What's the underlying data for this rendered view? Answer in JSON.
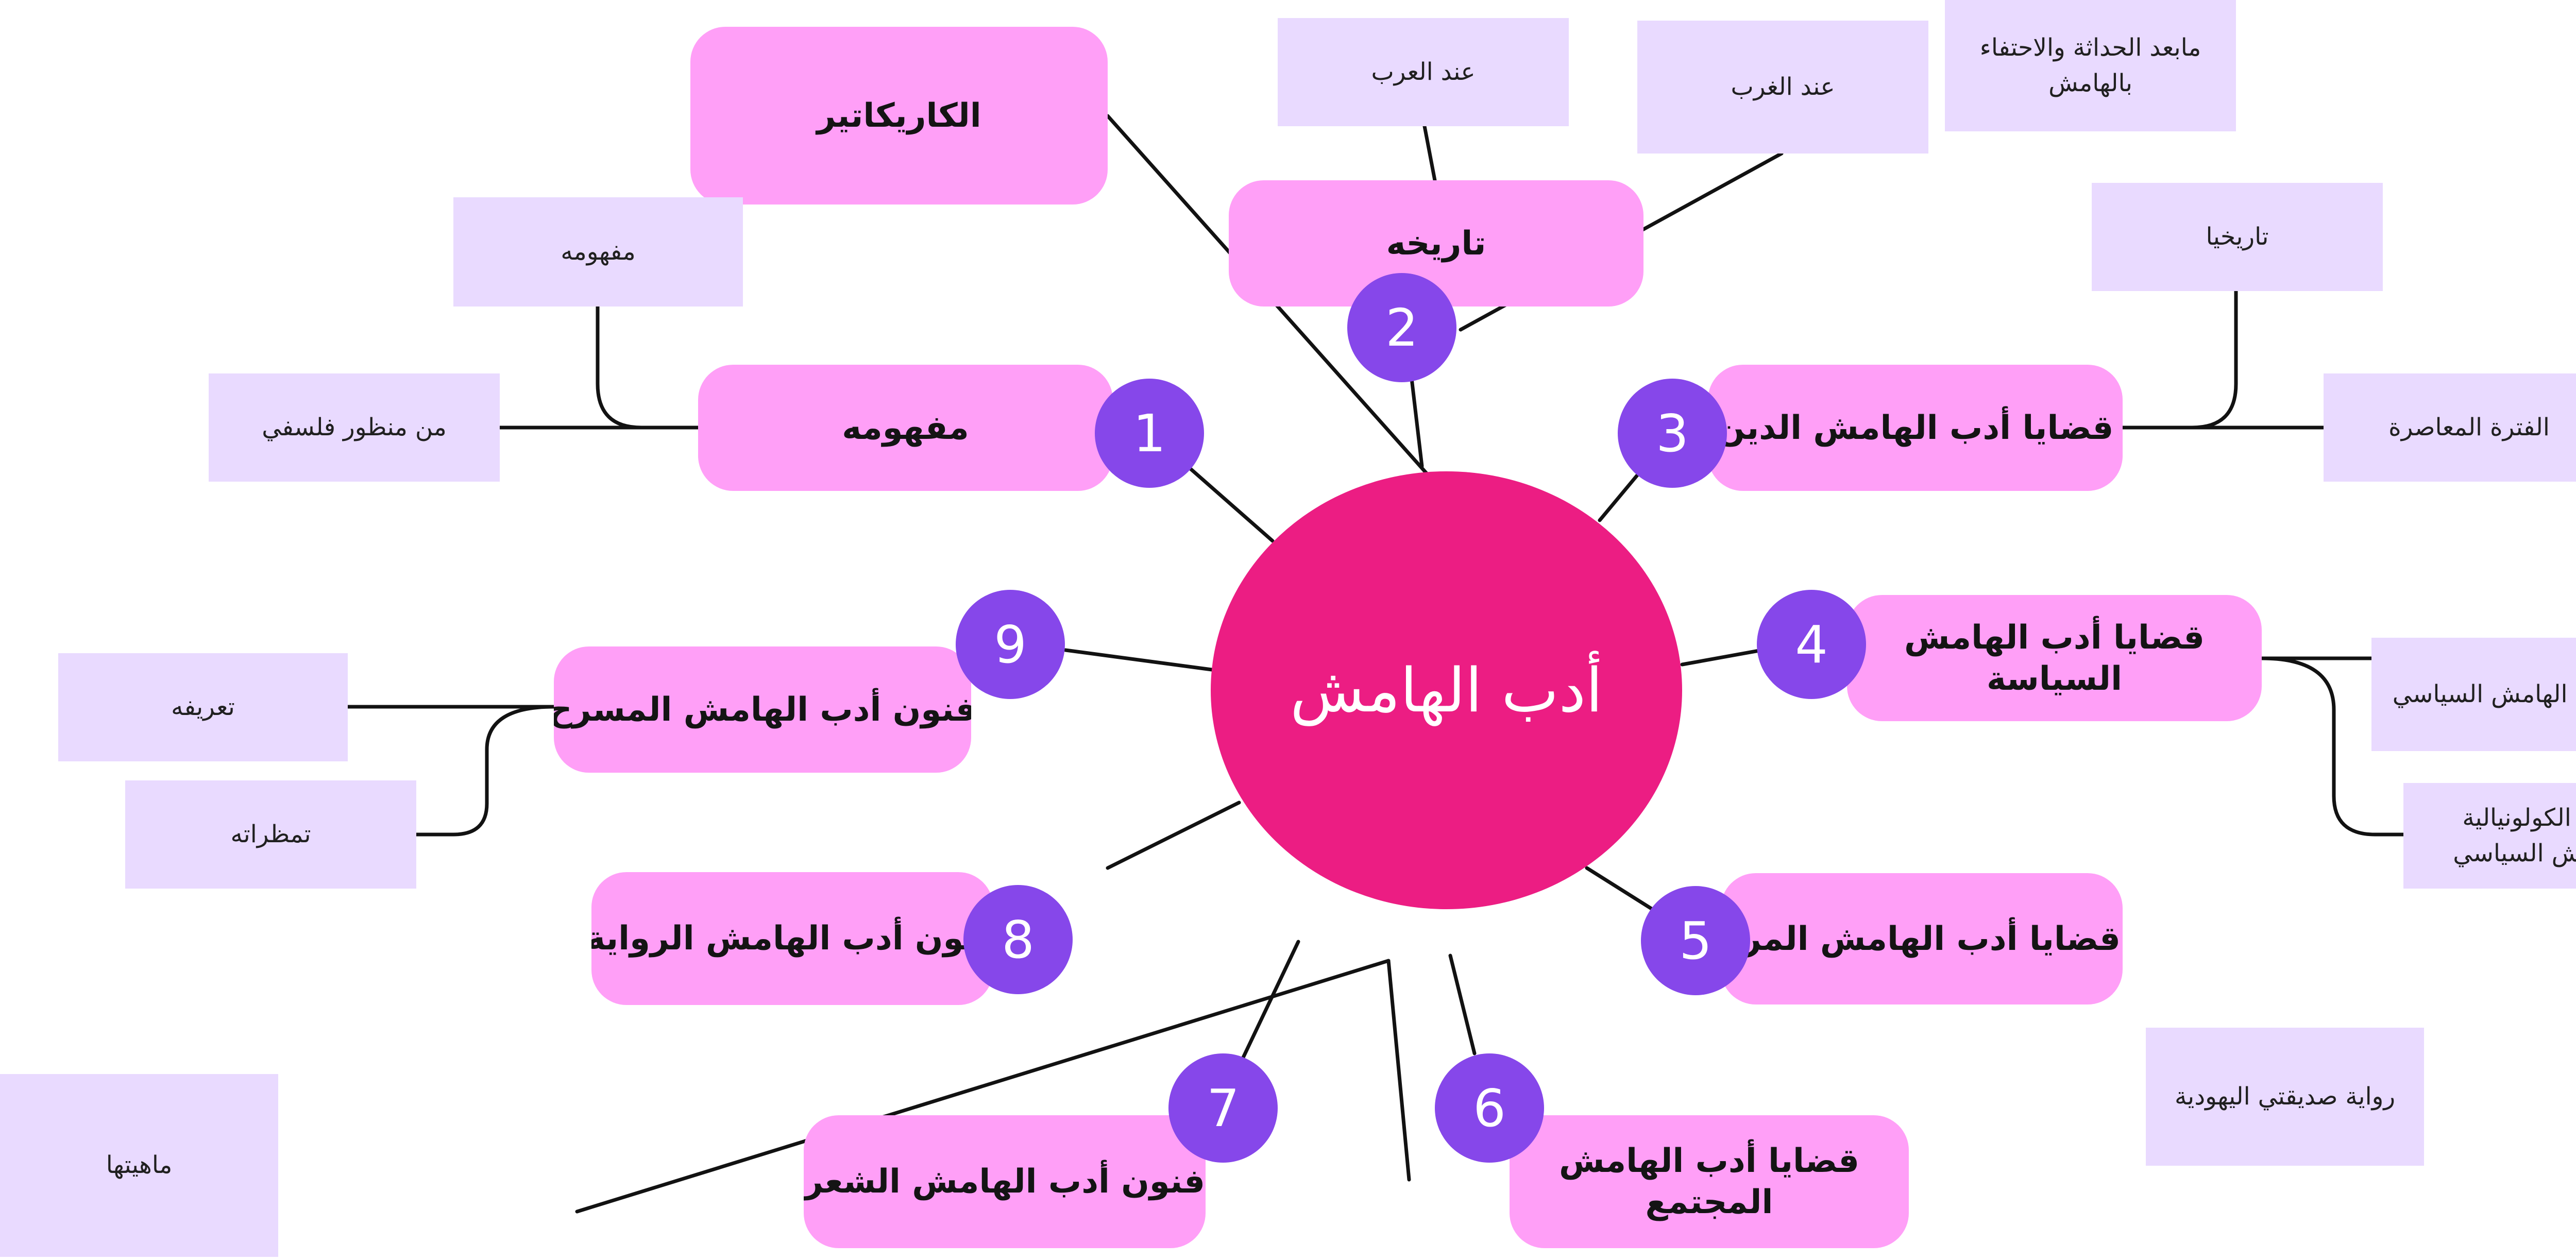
{
  "colors": {
    "center": "#ec1d83",
    "branch": "#ff9ff7",
    "badge": "#8647ea",
    "leaf": "#e9daff",
    "line": "#121212"
  },
  "center": {
    "label": "أدب الهامش"
  },
  "branches": [
    {
      "id": "b1",
      "label": "مفهومه",
      "number": "1"
    },
    {
      "id": "b2",
      "label": "تاريخه",
      "number": "2"
    },
    {
      "id": "b3",
      "label": "قضايا أدب الهامش الدين",
      "number": "3"
    },
    {
      "id": "b4",
      "label": "قضايا أدب الهامش السياسة",
      "number": "4"
    },
    {
      "id": "b5",
      "label": "اقضايا أدب الهامش المرأة",
      "number": "5"
    },
    {
      "id": "b6",
      "label": "قضايا أدب الهامش المجتمع",
      "number": "6"
    },
    {
      "id": "b7",
      "label": "فنون أدب الهامش الشعر",
      "number": "7"
    },
    {
      "id": "b8",
      "label": "فنون أدب الهامش الرواية",
      "number": "8"
    },
    {
      "id": "b9",
      "label": "فنون أدب الهامش المسرح",
      "number": "9"
    },
    {
      "id": "b10",
      "label": "الكاريكاتير"
    }
  ],
  "leaves": [
    {
      "id": "l1",
      "label": "مفهومه"
    },
    {
      "id": "l2",
      "label": "من منظور فلسفي"
    },
    {
      "id": "l3",
      "label": "عند العرب"
    },
    {
      "id": "l4",
      "label": "عند الغرب"
    },
    {
      "id": "l5",
      "label": "مابعد الحداثة والاحتفاء بالهامش"
    },
    {
      "id": "l6",
      "label": "تاريخيا"
    },
    {
      "id": "l7",
      "label": "الفترة المعاصرة"
    },
    {
      "id": "l8",
      "label": "ملامح الهامش السياسي"
    },
    {
      "id": "l9",
      "label": "مابعد الكولونيالية والهامش السياسي"
    },
    {
      "id": "l10",
      "label": "رواية صديقتي اليهودية"
    },
    {
      "id": "l11",
      "label": "تعريفه"
    },
    {
      "id": "l12",
      "label": "تمظراته"
    },
    {
      "id": "l13",
      "label": "ماهيتها"
    }
  ]
}
